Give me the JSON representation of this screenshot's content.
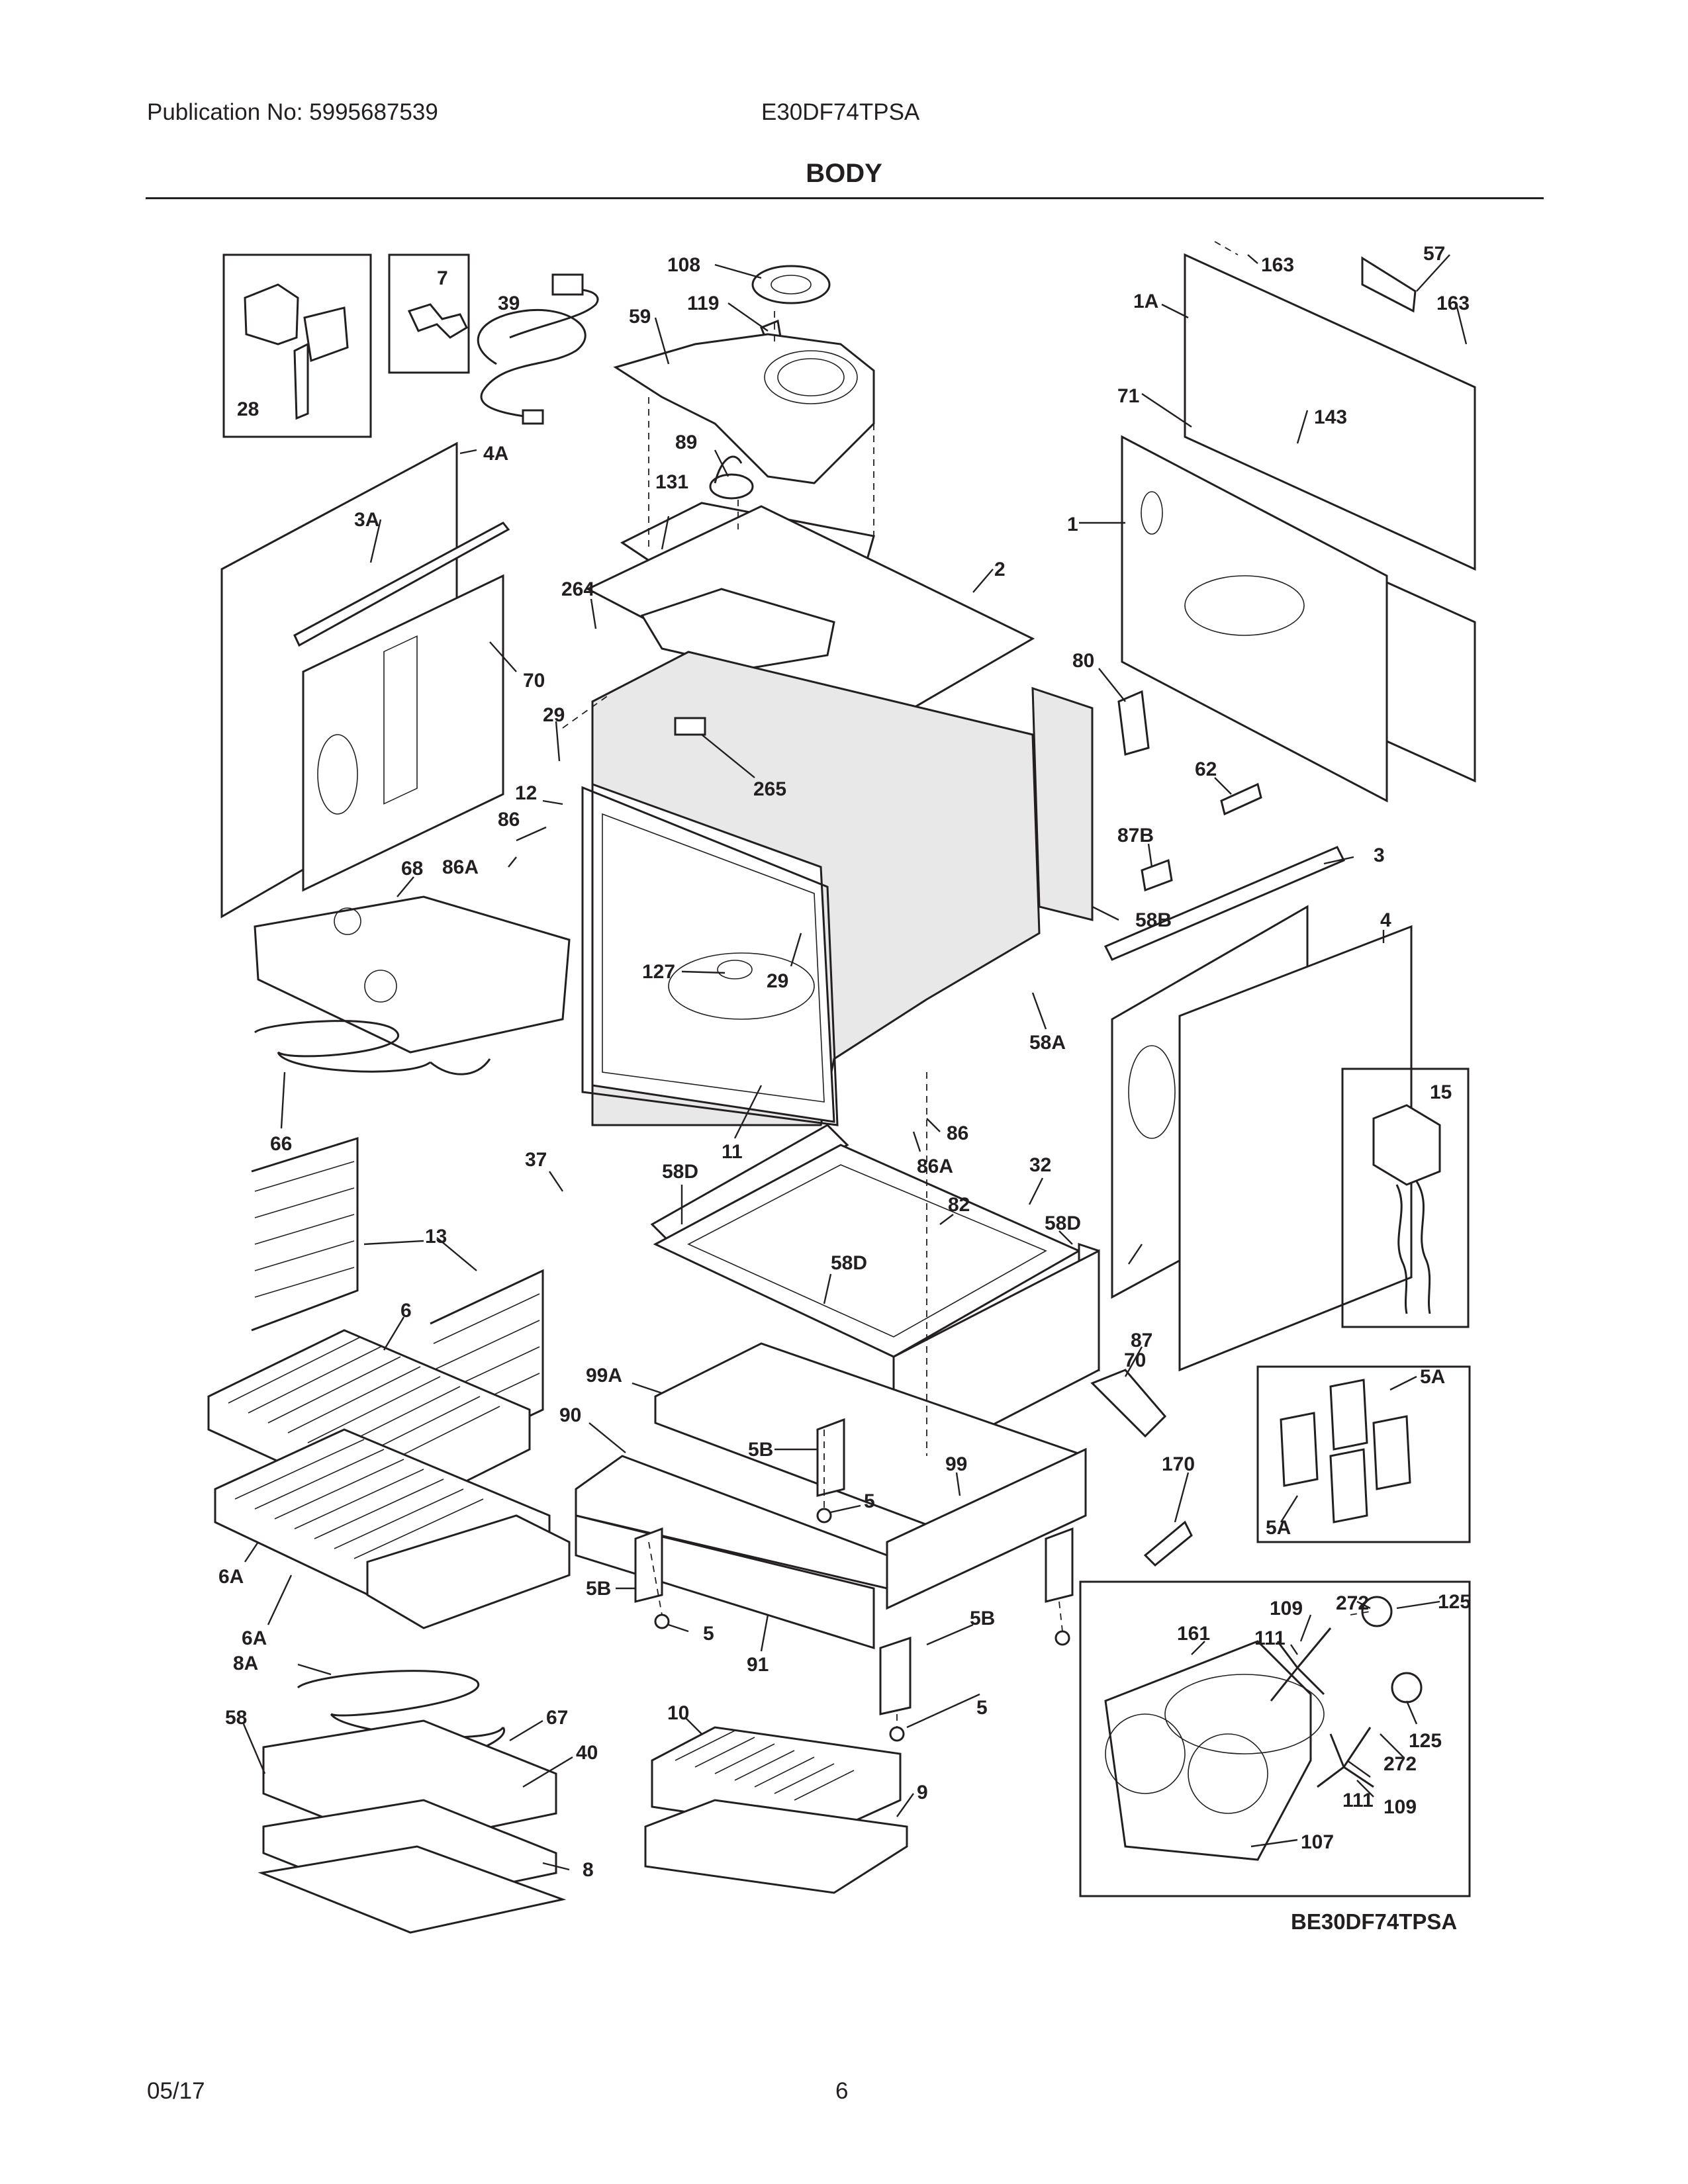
{
  "header": {
    "publication": "Publication No: 5995687539",
    "model": "E30DF74TPSA",
    "title": "BODY"
  },
  "footer": {
    "date": "05/17",
    "page": "6"
  },
  "diagram": {
    "code": "BE30DF74TPSA",
    "callouts": [
      "108",
      "119",
      "59",
      "163",
      "57",
      "163",
      "1A",
      "7",
      "28",
      "39",
      "71",
      "143",
      "4A",
      "89",
      "131",
      "1",
      "3A",
      "2",
      "264",
      "80",
      "70",
      "29",
      "265",
      "12",
      "86",
      "62",
      "86A",
      "87B",
      "68",
      "3",
      "58B",
      "4",
      "127",
      "29",
      "58A",
      "15",
      "66",
      "86",
      "11",
      "86A",
      "37",
      "58D",
      "32",
      "82",
      "58D",
      "13",
      "58D",
      "6",
      "70",
      "87",
      "5A",
      "99A",
      "90",
      "5B",
      "5",
      "99",
      "170",
      "5A",
      "6A",
      "5B",
      "5",
      "91",
      "6A",
      "5B",
      "109",
      "272",
      "125",
      "8A",
      "161",
      "111",
      "5",
      "58",
      "67",
      "10",
      "40",
      "125",
      "272",
      "9",
      "111",
      "109",
      "8",
      "107"
    ]
  }
}
